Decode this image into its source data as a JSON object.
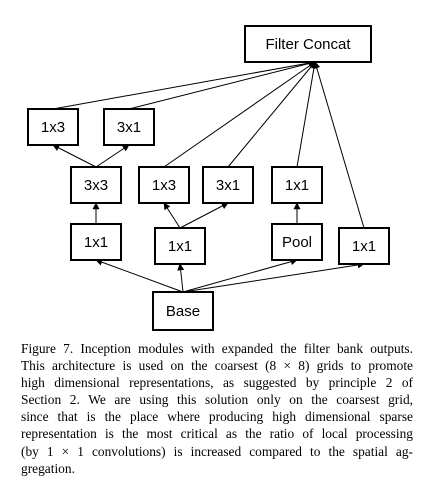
{
  "diagram": {
    "nodes": [
      {
        "id": "filter_concat",
        "label": "Filter Concat"
      },
      {
        "id": "b1x3",
        "label": "1x3"
      },
      {
        "id": "b3x1",
        "label": "3x1"
      },
      {
        "id": "b3x3",
        "label": "3x3"
      },
      {
        "id": "c1x3",
        "label": "1x3"
      },
      {
        "id": "c3x1",
        "label": "3x1"
      },
      {
        "id": "d1x1",
        "label": "1x1"
      },
      {
        "id": "e1x1",
        "label": "1x1"
      },
      {
        "id": "f1x1",
        "label": "1x1"
      },
      {
        "id": "pool",
        "label": "Pool"
      },
      {
        "id": "g1x1",
        "label": "1x1"
      },
      {
        "id": "base",
        "label": "Base"
      }
    ],
    "edges": [
      {
        "from": "base",
        "to": "e1x1"
      },
      {
        "from": "base",
        "to": "f1x1"
      },
      {
        "from": "base",
        "to": "pool"
      },
      {
        "from": "base",
        "to": "g1x1"
      },
      {
        "from": "e1x1",
        "to": "b3x3"
      },
      {
        "from": "b3x3",
        "to": "b1x3"
      },
      {
        "from": "b3x3",
        "to": "b3x1"
      },
      {
        "from": "f1x1",
        "to": "c1x3"
      },
      {
        "from": "f1x1",
        "to": "c3x1"
      },
      {
        "from": "pool",
        "to": "d1x1"
      },
      {
        "from": "b1x3",
        "to": "filter_concat"
      },
      {
        "from": "b3x1",
        "to": "filter_concat"
      },
      {
        "from": "c1x3",
        "to": "filter_concat"
      },
      {
        "from": "c3x1",
        "to": "filter_concat"
      },
      {
        "from": "d1x1",
        "to": "filter_concat"
      },
      {
        "from": "g1x1",
        "to": "filter_concat"
      }
    ]
  },
  "caption": {
    "lines": [
      "Figure 7. Inception modules with expanded the filter bank outputs.",
      "This architecture is used on the coarsest (8 × 8) grids to promote",
      "high dimensional representations, as suggested by principle 2 of",
      "Section 2.  We are using this solution only on the coarsest grid,",
      "since that is the place where producing high dimensional sparse",
      "representation is the most critical as the ratio of local processing",
      "(by 1 × 1 convolutions) is increased compared to the spatial ag-",
      "gregation."
    ]
  }
}
